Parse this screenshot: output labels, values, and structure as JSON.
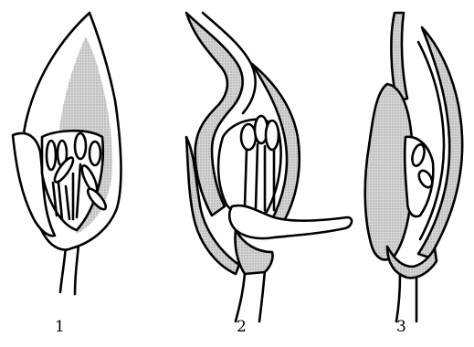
{
  "figure": {
    "labels": [
      "1",
      "2",
      "3"
    ],
    "colors": {
      "ink": "#000000",
      "shading": "#c9c9c9",
      "background": "#ffffff"
    }
  }
}
